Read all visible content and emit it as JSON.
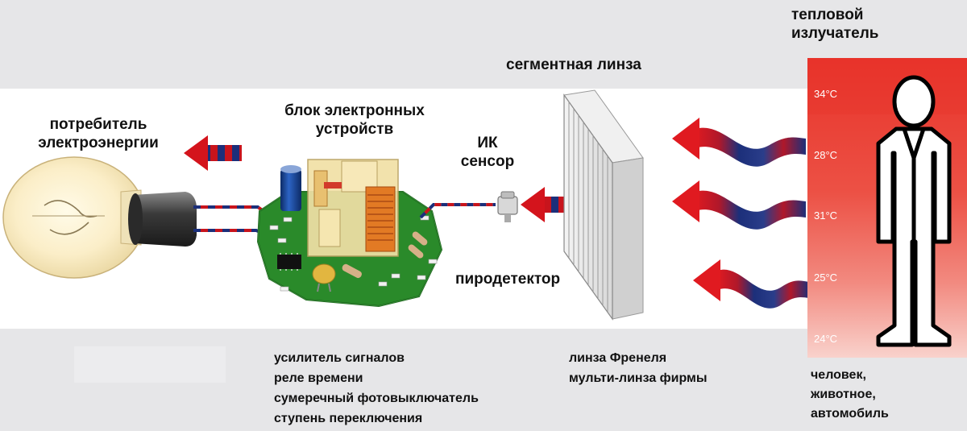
{
  "labels": {
    "consumer": [
      "потребитель",
      "электроэнергии"
    ],
    "electronics": [
      "блок электронных",
      "устройств"
    ],
    "ir_sensor": [
      "ИК",
      "сенсор"
    ],
    "pyrodetector": "пиродетектор",
    "segment_lens": "сегментная линза",
    "heat_emitter": [
      "тепловой",
      "излучатель"
    ]
  },
  "temperatures": [
    "34°C",
    "28°C",
    "31°C",
    "25°C",
    "24°C"
  ],
  "lists": {
    "electronics_functions": [
      "усилитель сигналов",
      "реле времени",
      "сумеречный фотовыключатель",
      "ступень переключения"
    ],
    "lens_types": [
      "линза Френеля",
      "мульти-линза фирмы"
    ],
    "emitter_types": [
      "человек,",
      "животное,",
      "автомобиль"
    ]
  },
  "colors": {
    "band": "#e6e6e8",
    "arrow_red": "#d4141c",
    "arrow_blue": "#1c2f7a",
    "pcb_green": "#1f7a1f",
    "thermal_hot": "#e8332a",
    "thermal_cool": "#f7c8c0"
  },
  "icons": [
    "light-bulb-icon",
    "pcb-board-icon",
    "ir-sensor-icon",
    "fresnel-lens-icon",
    "human-figure-icon",
    "heat-wave-arrow-icon"
  ]
}
